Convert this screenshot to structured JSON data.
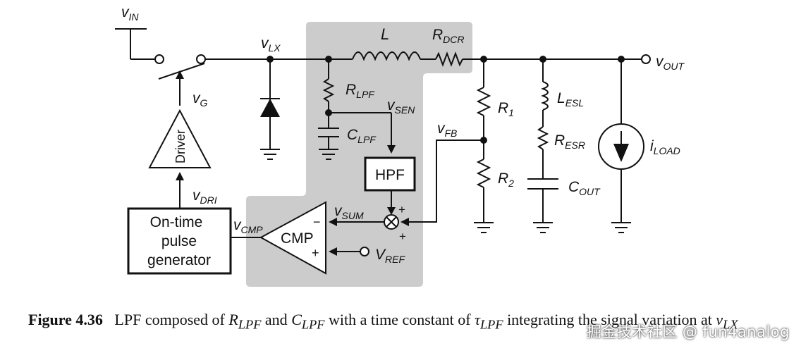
{
  "figure": {
    "labels": {
      "vin": "v",
      "vin_sub": "IN",
      "vlx": "v",
      "vlx_sub": "LX",
      "vg": "v",
      "vg_sub": "G",
      "vdri": "v",
      "vdri_sub": "DRI",
      "vcmp": "v",
      "vcmp_sub": "CMP",
      "vsum": "v",
      "vsum_sub": "SUM",
      "vsen": "v",
      "vsen_sub": "SEN",
      "vfb": "v",
      "vfb_sub": "FB",
      "vref": "V",
      "vref_sub": "REF",
      "vout": "v",
      "vout_sub": "OUT",
      "L": "L",
      "rdcr": "R",
      "rdcr_sub": "DCR",
      "rlpf": "R",
      "rlpf_sub": "LPF",
      "clpf": "C",
      "clpf_sub": "LPF",
      "r1": "R",
      "r1_sub": "1",
      "r2": "R",
      "r2_sub": "2",
      "lesl": "L",
      "lesl_sub": "ESL",
      "resr": "R",
      "resr_sub": "ESR",
      "cout": "C",
      "cout_sub": "OUT",
      "iload": "i",
      "iload_sub": "LOAD",
      "plus_top": "+",
      "plus_bottom": "+",
      "cmp_minus": "−",
      "cmp_plus": "+"
    },
    "blocks": {
      "driver": "Driver",
      "hpf": "HPF",
      "cmp": "CMP",
      "ontime_line1": "On-time",
      "ontime_line2": "pulse",
      "ontime_line3": "generator"
    },
    "colors": {
      "shade": "#cccccc",
      "line": "#111111"
    }
  },
  "caption": {
    "figure_number": "Figure 4.36",
    "text_1": "LPF composed of ",
    "r": "R",
    "r_sub": "LPF",
    "and": " and ",
    "c": "C",
    "c_sub": "LPF",
    "text_2": " with a time constant of ",
    "tau": "τ",
    "tau_sub": "LPF",
    "text_3": " integrating the signal variation at ",
    "v": "v",
    "v_sub": "LX"
  },
  "watermark": "掘金技术社区 @ fun4analog"
}
